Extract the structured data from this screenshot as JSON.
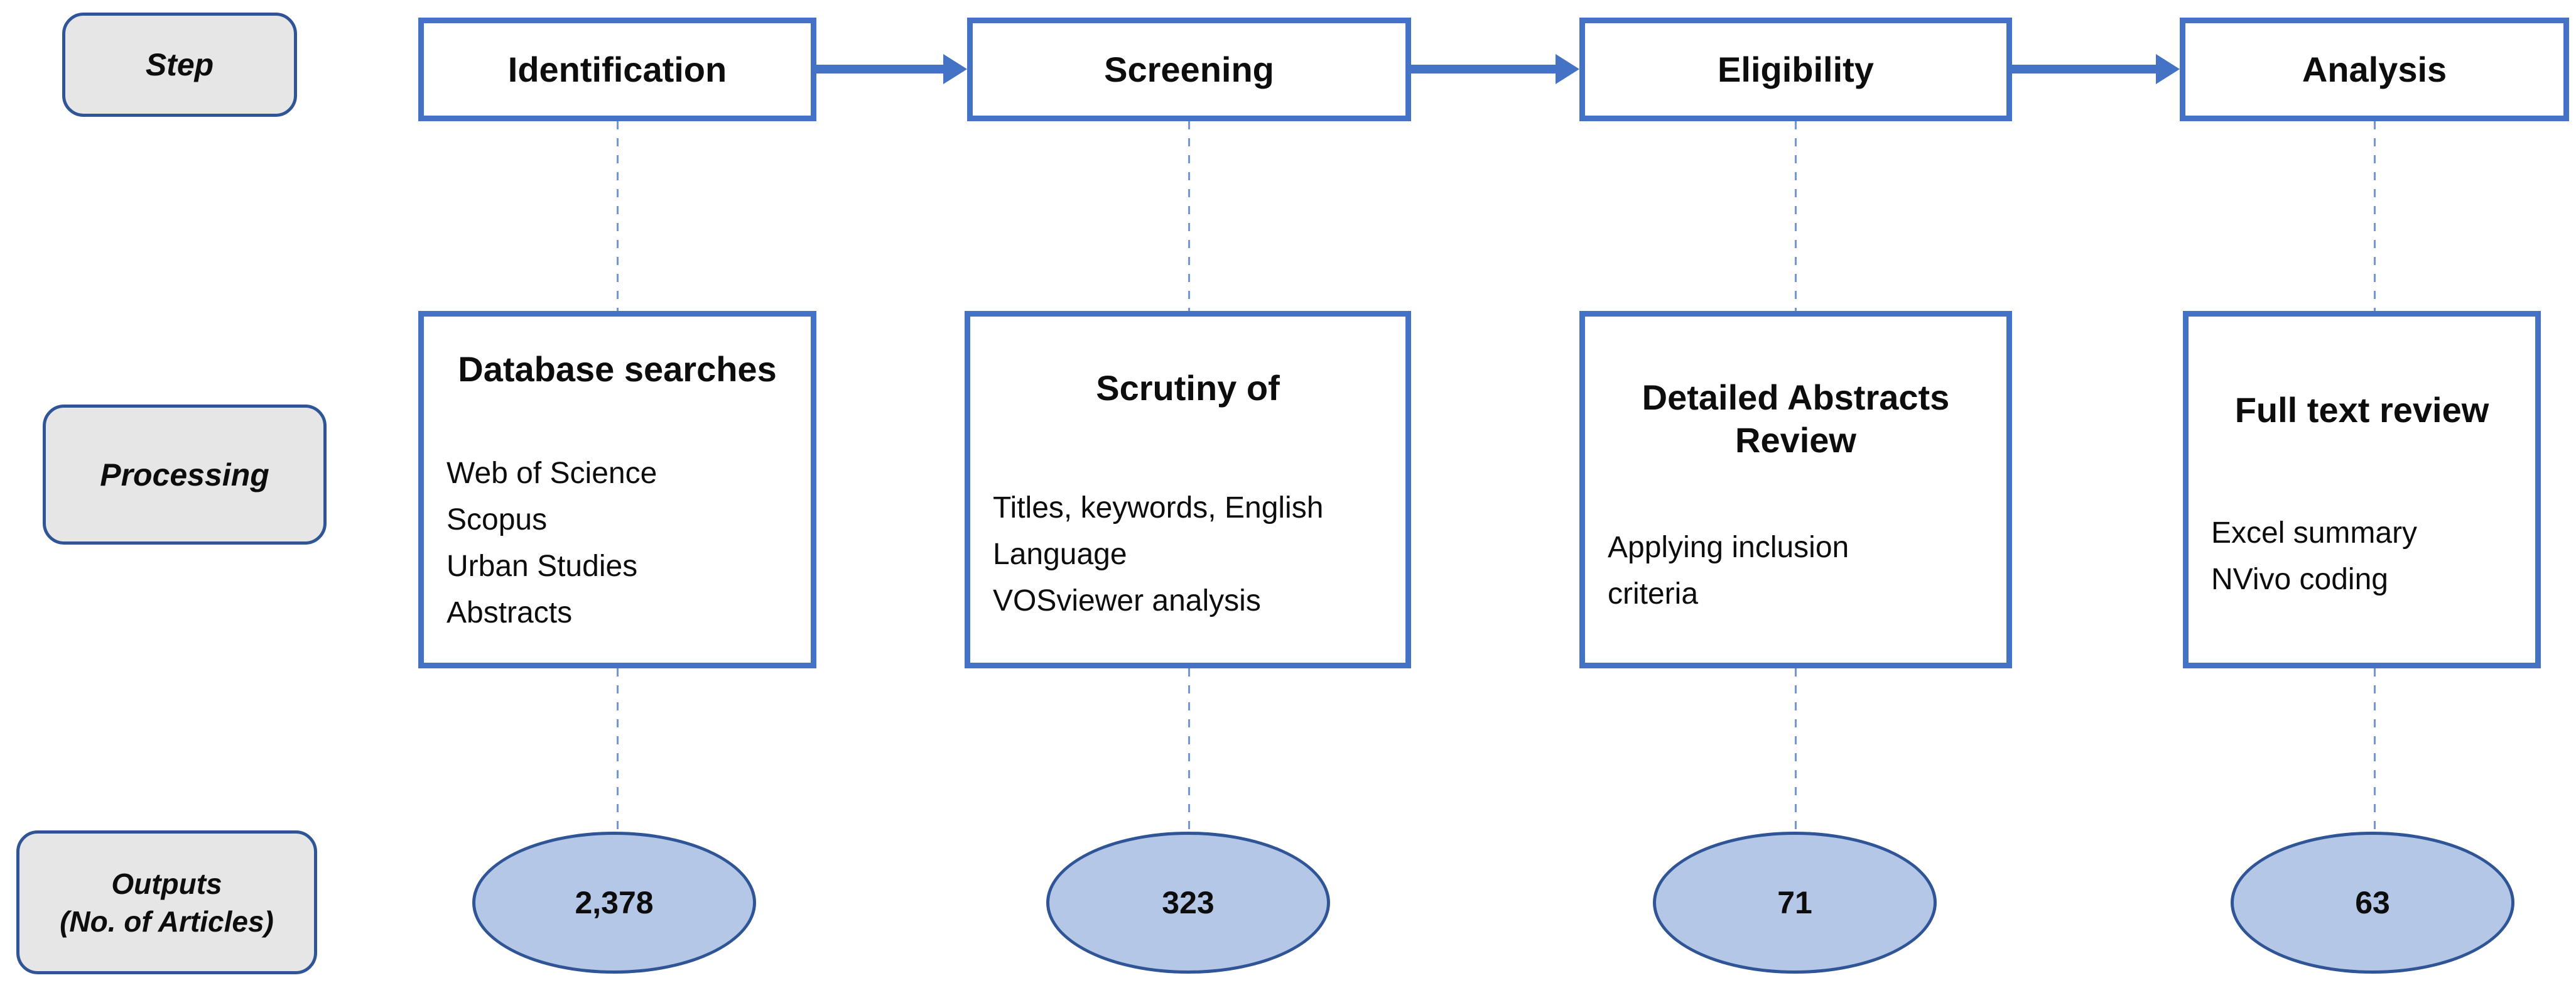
{
  "diagram": {
    "row_labels": {
      "step": "Step",
      "processing": "Processing",
      "outputs_line1": "Outputs",
      "outputs_line2": "(No. of Articles)"
    },
    "columns": [
      {
        "step": "Identification",
        "title": "Database searches",
        "body": [
          "Web of Science",
          "Scopus",
          "Urban Studies",
          "Abstracts"
        ],
        "output": "2,378"
      },
      {
        "step": "Screening",
        "title": "Scrutiny of",
        "body": [
          "Titles, keywords, English",
          "Language",
          "VOSviewer analysis"
        ],
        "output": "323"
      },
      {
        "step": "Eligibility",
        "title": "Detailed Abstracts Review",
        "body": [
          "Applying inclusion",
          "criteria"
        ],
        "output": "71"
      },
      {
        "step": "Analysis",
        "title": "Full text review",
        "body": [
          "Excel summary",
          "NVivo coding"
        ],
        "output": "63"
      }
    ],
    "colors": {
      "box_border": "#4472C4",
      "accent_dark": "#2F5597",
      "ellipse_fill": "#B4C7E7",
      "label_fill": "#E7E6E6",
      "dash": "#7396D5"
    }
  }
}
